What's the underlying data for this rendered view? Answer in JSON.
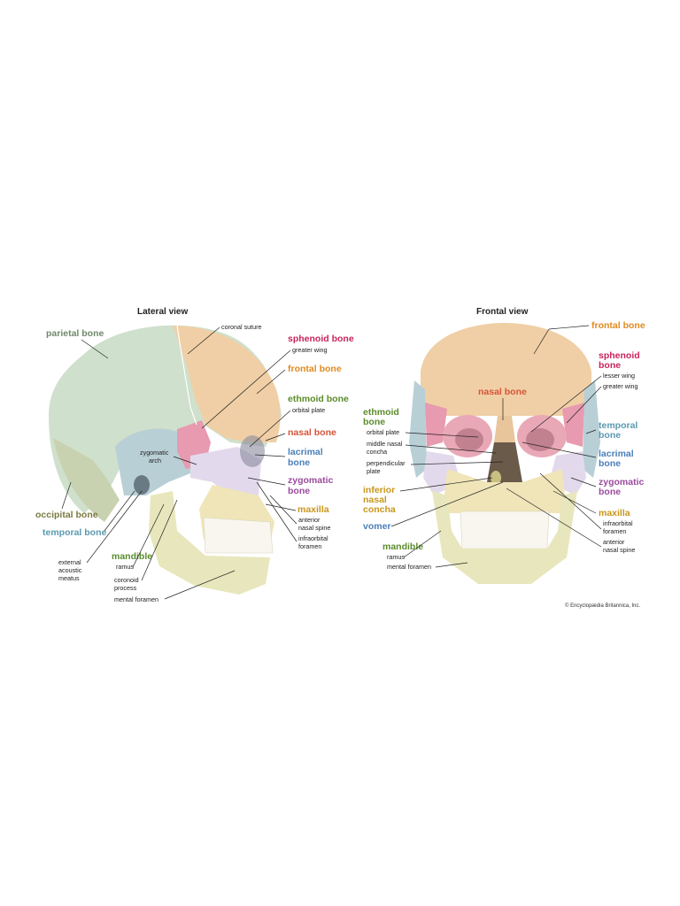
{
  "colors": {
    "parietal": "#cfe0cc",
    "frontal": "#f0cfa6",
    "sphenoid": "#e79ab0",
    "temporal": "#b9cfd6",
    "occipital": "#c9d2b0",
    "zygomatic": "#e3d9ec",
    "maxilla": "#efe5b8",
    "mandible": "#e8e6bc",
    "nasal": "#e9c59b",
    "teeth": "#f8f6ee",
    "label_pink": "#c8245a",
    "label_orange": "#e08a1e",
    "label_green": "#5a8c2a",
    "label_red": "#d5543a",
    "label_blue": "#4a7fb8",
    "label_purple": "#9a4a9c",
    "label_gold": "#c8961c",
    "label_grey_green": "#6e8a6a",
    "label_olive": "#7a7a40",
    "label_teal": "#5a9ab0"
  },
  "lateral": {
    "title": "Lateral view",
    "parietal": "parietal bone",
    "coronal": "coronal suture",
    "sphenoid": "sphenoid bone",
    "greater_wing": "greater wing",
    "frontal": "frontal bone",
    "ethmoid": "ethmoid bone",
    "orbital_plate": "orbital plate",
    "nasal": "nasal bone",
    "lacrimal_1": "lacrimal",
    "lacrimal_2": "bone",
    "zygomatic_1": "zygomatic",
    "zygomatic_2": "bone",
    "zyg_arch_1": "zygomatic",
    "zyg_arch_2": "arch",
    "maxilla": "maxilla",
    "anterior_1": "anterior",
    "anterior_2": "nasal spine",
    "infra_1": "infraorbital",
    "infra_2": "foramen",
    "occipital": "occipital bone",
    "temporal": "temporal bone",
    "ext_1": "external",
    "ext_2": "acoustic",
    "ext_3": "meatus",
    "mandible": "mandible",
    "ramus": "ramus",
    "coronoid_1": "coronoid",
    "coronoid_2": "process",
    "mental": "mental foramen"
  },
  "frontal": {
    "title": "Frontal view",
    "frontal": "frontal bone",
    "sphenoid_1": "sphenoid",
    "sphenoid_2": "bone",
    "lesser_wing": "lesser wing",
    "greater_wing": "greater wing",
    "nasal": "nasal bone",
    "ethmoid_1": "ethmoid",
    "ethmoid_2": "bone",
    "orbital_plate": "orbital plate",
    "middle_1": "middle nasal",
    "middle_2": "concha",
    "perp_1": "perpendicular",
    "perp_2": "plate",
    "inferior_1": "inferior",
    "inferior_2": "nasal",
    "inferior_3": "concha",
    "vomer": "vomer",
    "temporal_1": "temporal",
    "temporal_2": "bone",
    "lacrimal_1": "lacrimal",
    "lacrimal_2": "bone",
    "zygomatic_1": "zygomatic",
    "zygomatic_2": "bone",
    "maxilla": "maxilla",
    "infra_1": "infraorbital",
    "infra_2": "foramen",
    "anterior_1": "anterior",
    "anterior_2": "nasal spine",
    "mandible": "mandible",
    "ramus": "ramus",
    "mental": "mental foramen"
  },
  "credit": "© Encyclopædia Britannica, Inc."
}
